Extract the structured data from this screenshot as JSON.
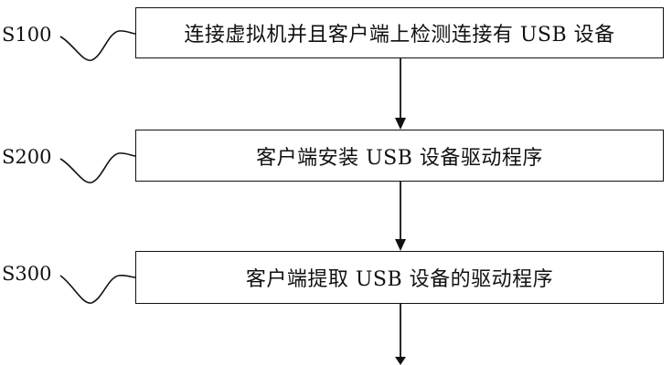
{
  "steps": [
    {
      "id": "S100",
      "text": "连接虚拟机并且客户端上检测连接有 USB 设备"
    },
    {
      "id": "S200",
      "text": "客户端安装 USB 设备驱动程序"
    },
    {
      "id": "S300",
      "text": "客户端提取 USB 设备的驱动程序"
    }
  ],
  "colors": {
    "line": "#111111",
    "background": "#ffffff"
  }
}
